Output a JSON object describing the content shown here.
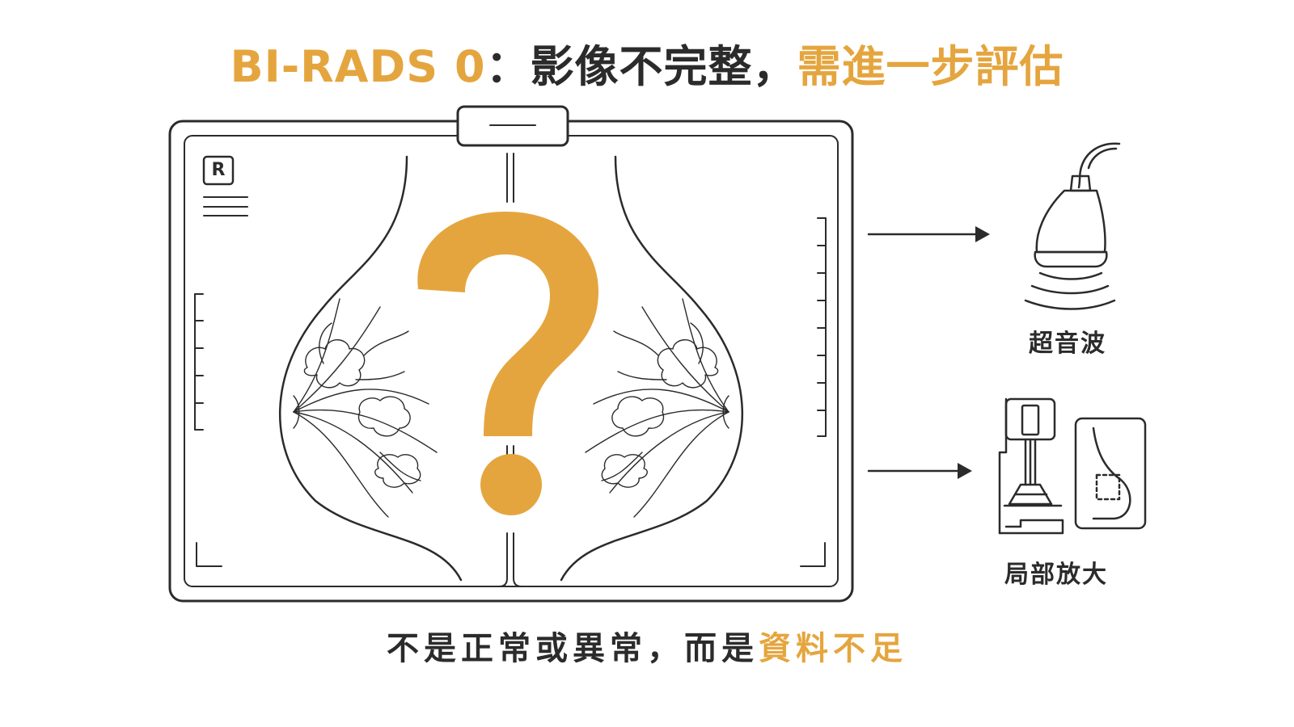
{
  "title": {
    "prefix": "BI-RADS 0",
    "separator": "：",
    "middle": "影像不完整，",
    "highlight": "需進一步評估"
  },
  "film": {
    "marker": "R"
  },
  "outcomes": [
    {
      "label": "超音波",
      "icon": "ultrasound-probe-icon"
    },
    {
      "label": "局部放大",
      "icon": "mammography-magnification-icon"
    }
  ],
  "footer": {
    "prefix": "不是正常或異常，而是",
    "highlight": "資料不足"
  },
  "colors": {
    "accent": "#E5A53E",
    "ink": "#2b2b2b"
  }
}
